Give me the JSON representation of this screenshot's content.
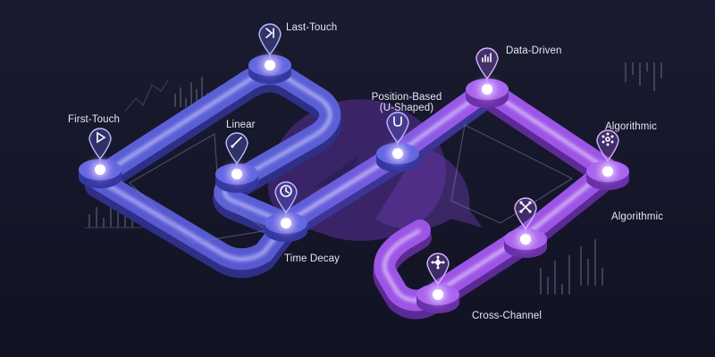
{
  "colors": {
    "background": "#15162a",
    "path_blue": "#5b5fd6",
    "path_purple": "#9c55e6",
    "glow": "#e9d9ff",
    "label_text": "#e6e7f2"
  },
  "nodes": [
    {
      "id": "first-touch",
      "label": "First-Touch",
      "icon": "play-icon",
      "tone": "blue"
    },
    {
      "id": "last-touch",
      "label": "Last-Touch",
      "icon": "skip-forward-icon",
      "tone": "blue"
    },
    {
      "id": "linear",
      "label": "Linear",
      "icon": "diagonal-line-icon",
      "tone": "blue"
    },
    {
      "id": "time-decay",
      "label": "Time Decay",
      "icon": "clock-icon",
      "tone": "blue"
    },
    {
      "id": "position-based",
      "label": "Position-Based",
      "label_line2": "(U-Shaped)",
      "icon": "u-shape-icon",
      "tone": "blue"
    },
    {
      "id": "data-driven",
      "label": "Data-Driven",
      "icon": "bar-chart-icon",
      "tone": "purple"
    },
    {
      "id": "algorithmic-1",
      "label": "Algorithmic",
      "icon": "network-icon",
      "tone": "purple"
    },
    {
      "id": "algorithmic-2",
      "label": "Algorithmic",
      "icon": "nodes-icon",
      "tone": "purple"
    },
    {
      "id": "cross-channel",
      "label": "Cross-Channel",
      "icon": "hub-icon",
      "tone": "purple"
    }
  ]
}
